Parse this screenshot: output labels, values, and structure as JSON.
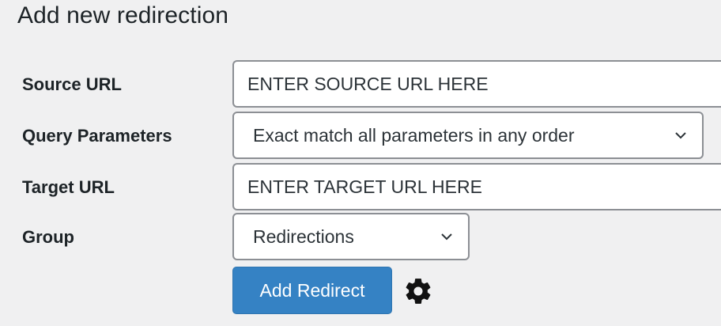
{
  "page": {
    "title": "Add new redirection"
  },
  "form": {
    "source_url": {
      "label": "Source URL",
      "placeholder": "ENTER SOURCE URL HERE"
    },
    "query_parameters": {
      "label": "Query Parameters",
      "selected": "Exact match all parameters in any order"
    },
    "target_url": {
      "label": "Target URL",
      "placeholder": "ENTER TARGET URL HERE"
    },
    "group": {
      "label": "Group",
      "selected": "Redirections"
    },
    "submit_label": "Add Redirect"
  },
  "icons": {
    "select_arrow": "chevron-down-icon",
    "options": "gear-icon"
  },
  "colors": {
    "background": "#f0f0f1",
    "primary_button": "#3582c4",
    "input_border": "#8c8f94",
    "text": "#1d2327"
  }
}
